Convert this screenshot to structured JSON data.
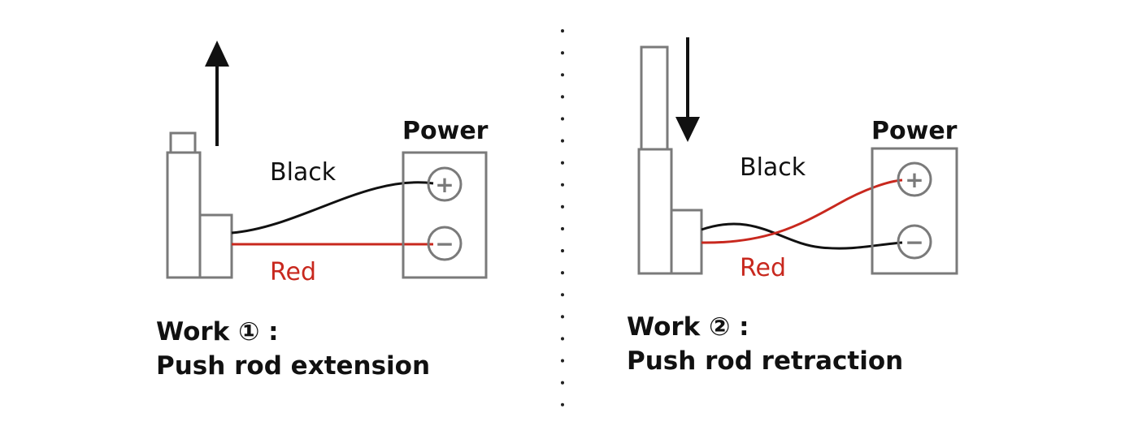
{
  "colors": {
    "outline": "#7a7a7a",
    "black_wire": "#111111",
    "red_wire": "#c8281e",
    "red_text": "#c8281e",
    "text": "#111111",
    "arrow": "#111111"
  },
  "panels": [
    {
      "power_label": "Power",
      "black_label": "Black",
      "red_label": "Red",
      "plus_symbol": "+",
      "minus_symbol": "−",
      "caption_line1": "Work ① :",
      "caption_line2": "Push rod extension"
    },
    {
      "power_label": "Power",
      "black_label": "Black",
      "red_label": "Red",
      "plus_symbol": "+",
      "minus_symbol": "−",
      "caption_line1": "Work ② :",
      "caption_line2": "Push rod retraction"
    }
  ]
}
